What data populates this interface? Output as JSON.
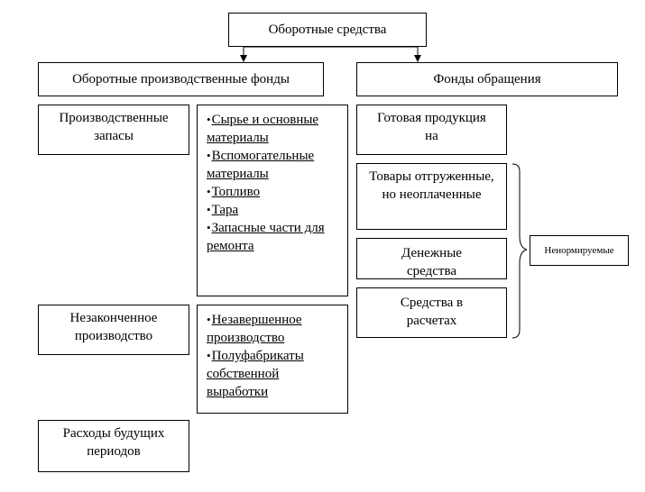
{
  "root": {
    "label": "Оборотные средства"
  },
  "left_header": {
    "label": "Оборотные производственные фонды"
  },
  "right_header": {
    "label": "Фонды обращения"
  },
  "left_categories": [
    {
      "label": "Производственные запасы"
    },
    {
      "label": "Незаконченное производство"
    },
    {
      "label": "Расходы будущих периодов"
    }
  ],
  "reserves_list": [
    {
      "text": "Сырье и основные материалы"
    },
    {
      "text": "Вспомогательные материалы"
    },
    {
      "text": "Топливо"
    },
    {
      "text": "Тара"
    },
    {
      "text": "Запасные части для ремонта"
    }
  ],
  "wip_list": [
    {
      "text": "Незавершенное производство"
    },
    {
      "text": "Полуфабрикаты собственной выработки"
    }
  ],
  "right_items": [
    {
      "label": "Готовая продукция на"
    },
    {
      "label": "Товары отгруженные, но неоплаченные"
    },
    {
      "label": "Денежные средства"
    },
    {
      "label": "Средства в расчетах"
    }
  ],
  "note": {
    "label": "Ненормируемые"
  },
  "bullet_glyph": "•"
}
